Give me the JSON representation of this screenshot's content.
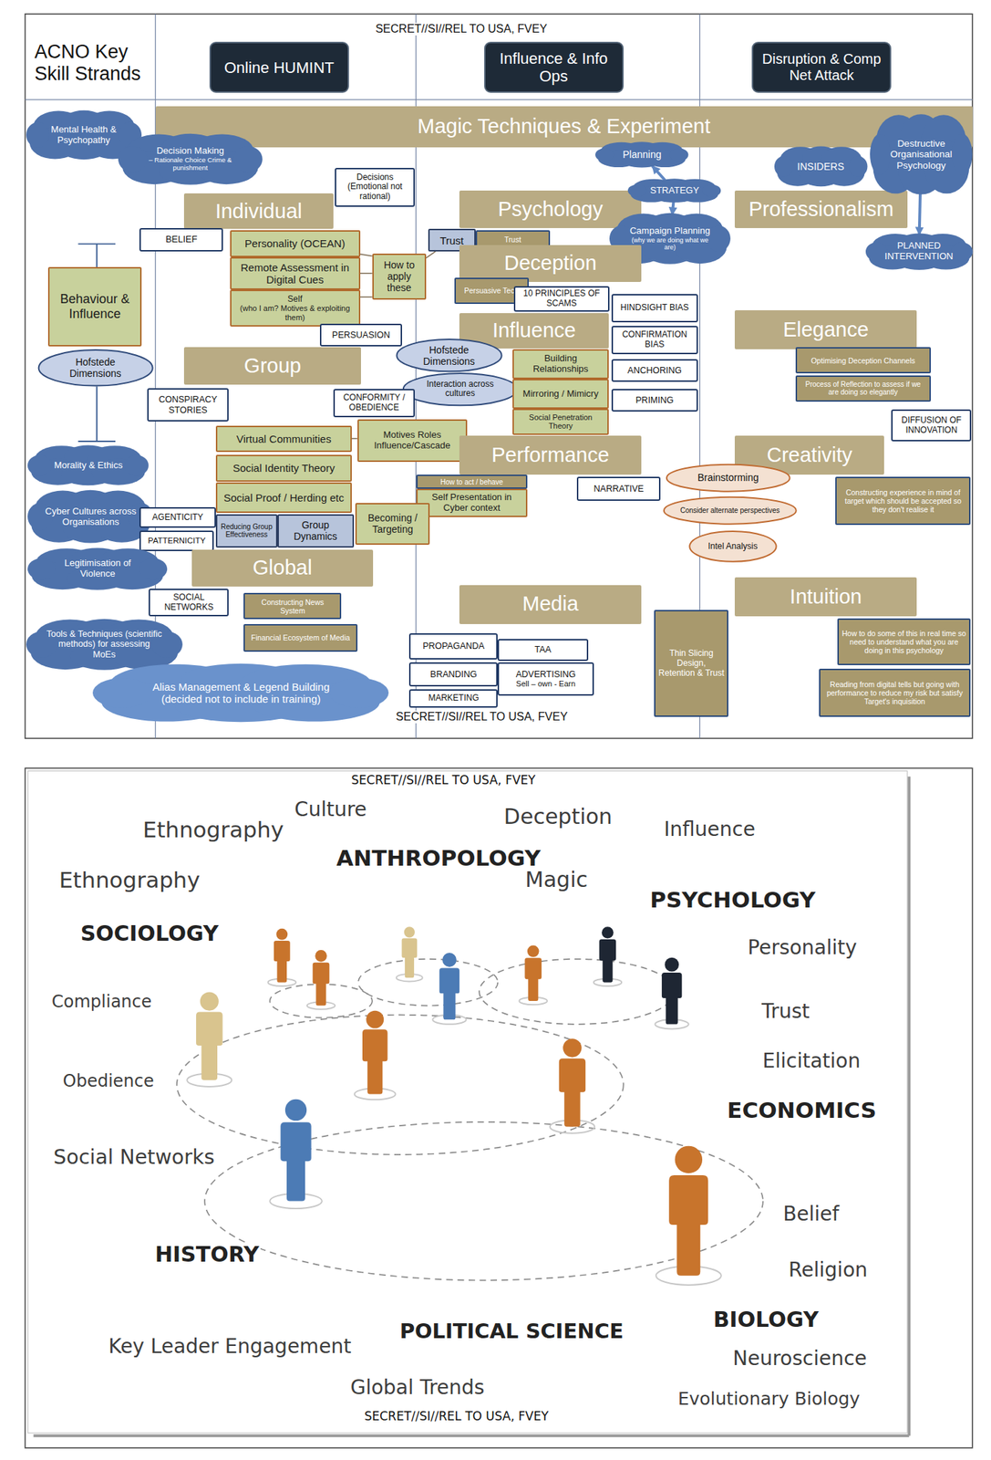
{
  "diagram": {
    "title": "ACNO Key Skill Strands",
    "nodes": [
      {
        "text": [
          "Online HUMINT"
        ]
      },
      {
        "text": [
          "Influence & Info Ops"
        ]
      },
      {
        "text": [
          "Disruption & Comp Net Attack"
        ]
      },
      {
        "text": [
          "Magic Techniques & Experiment"
        ]
      },
      {
        "text": [
          "Mental Health & Psychopathy"
        ]
      },
      {
        "text": [
          "Decision Making",
          "– Rationale Choice Crime & punishment"
        ]
      },
      {
        "text": [
          "Decisions (Emotional not rational)"
        ]
      },
      {
        "text": [
          "Individual"
        ]
      },
      {
        "text": [
          "Psychology"
        ]
      },
      {
        "text": [
          "Professionalism"
        ]
      },
      {
        "text": [
          "Planning"
        ]
      },
      {
        "text": [
          "STRATEGY"
        ]
      },
      {
        "text": [
          "Campaign Planning",
          "(why we are doing what we are)"
        ]
      },
      {
        "text": [
          "INSIDERS"
        ]
      },
      {
        "text": [
          "Destructive Organisational Psychology"
        ]
      },
      {
        "text": [
          "PLANNED INTERVENTION"
        ]
      },
      {
        "text": [
          "BELIEF"
        ]
      },
      {
        "text": [
          "Personality (OCEAN)"
        ]
      },
      {
        "text": [
          "Remote Assessment in Digital Cues"
        ]
      },
      {
        "text": [
          "Self",
          "(who I am? Motives & exploiting them)"
        ]
      },
      {
        "text": [
          "How to apply these"
        ]
      },
      {
        "text": [
          "Trust"
        ]
      },
      {
        "text": [
          "Trust"
        ]
      },
      {
        "text": [
          "Deception"
        ]
      },
      {
        "text": [
          "Persuasive Tech"
        ]
      },
      {
        "text": [
          "10 PRINCIPLES OF SCAMS"
        ]
      },
      {
        "text": [
          "HINDSIGHT BIAS"
        ]
      },
      {
        "text": [
          "Influence"
        ]
      },
      {
        "text": [
          "CONFIRMATION BIAS"
        ]
      },
      {
        "text": [
          "PERSUASION"
        ]
      },
      {
        "text": [
          "Behaviour & Influence"
        ]
      },
      {
        "text": [
          "Hofstede Dimensions"
        ]
      },
      {
        "text": [
          "Hofstede Dimensions"
        ]
      },
      {
        "text": [
          "Interaction across cultures"
        ]
      },
      {
        "text": [
          "Building Relationships"
        ]
      },
      {
        "text": [
          "ANCHORING"
        ]
      },
      {
        "text": [
          "Mirroring / Mimicry"
        ]
      },
      {
        "text": [
          "PRIMING"
        ]
      },
      {
        "text": [
          "Elegance"
        ]
      },
      {
        "text": [
          "Optimising Deception Channels"
        ]
      },
      {
        "text": [
          "Process of Reflection to assess if we are doing so elegantly"
        ]
      },
      {
        "text": [
          "Group"
        ]
      },
      {
        "text": [
          "CONSPIRACY STORIES"
        ]
      },
      {
        "text": [
          "CONFORMITY / OBEDIENCE"
        ]
      },
      {
        "text": [
          "Social Penetration Theory"
        ]
      },
      {
        "text": [
          "Motives Roles Influence/Cascade"
        ]
      },
      {
        "text": [
          "Virtual Communities"
        ]
      },
      {
        "text": [
          "Performance"
        ]
      },
      {
        "text": [
          "Creativity"
        ]
      },
      {
        "text": [
          "DIFFUSION OF INNOVATION"
        ]
      },
      {
        "text": [
          "Social Identity Theory"
        ]
      },
      {
        "text": [
          "How to act / behave"
        ]
      },
      {
        "text": [
          "Self Presentation in Cyber context"
        ]
      },
      {
        "text": [
          "NARRATIVE"
        ]
      },
      {
        "text": [
          "Brainstorming"
        ]
      },
      {
        "text": [
          "Consider alternate perspectives"
        ]
      },
      {
        "text": [
          "Intel Analysis"
        ]
      },
      {
        "text": [
          "Constructing experience in mind of target which should be accepted so they don't realise it"
        ]
      },
      {
        "text": [
          "Morality & Ethics"
        ]
      },
      {
        "text": [
          "Cyber Cultures across Organisations"
        ]
      },
      {
        "text": [
          "AGENTICITY"
        ]
      },
      {
        "text": [
          "PATTERNICITY"
        ]
      },
      {
        "text": [
          "Social Proof / Herding etc"
        ]
      },
      {
        "text": [
          "Reducing Group Effectiveness"
        ]
      },
      {
        "text": [
          "Group Dynamics"
        ]
      },
      {
        "text": [
          "Becoming / Targeting"
        ]
      },
      {
        "text": [
          "Global"
        ]
      },
      {
        "text": [
          "Legitimisation of Violence"
        ]
      },
      {
        "text": [
          "SOCIAL NETWORKS"
        ]
      },
      {
        "text": [
          "Constructing News System"
        ]
      },
      {
        "text": [
          "Media"
        ]
      },
      {
        "text": [
          "Intuition"
        ]
      },
      {
        "text": [
          "Tools & Techniques (scientific methods) for assessing MoEs"
        ]
      },
      {
        "text": [
          "Financial Ecosystem of Media"
        ]
      },
      {
        "text": [
          "Thin Slicing Design, Retention & Trust"
        ]
      },
      {
        "text": [
          "How to do some of this in real time so need to understand what you are doing in this psychology"
        ]
      },
      {
        "text": [
          "Alias Management & Legend Building (decided not to include in training)"
        ]
      },
      {
        "text": [
          "PROPAGANDA"
        ]
      },
      {
        "text": [
          "TAA"
        ]
      },
      {
        "text": [
          "BRANDING"
        ]
      },
      {
        "text": [
          "ADVERTISING",
          "Sell – own - Earn"
        ]
      },
      {
        "text": [
          "MARKETING"
        ]
      },
      {
        "text": [
          "Reading from digital tells but going with performance to reduce my risk but satisfy Target's inquisition"
        ]
      }
    ],
    "edges": [
      {
        "from": 11,
        "to": 10,
        "arrow": "to"
      },
      {
        "from": 11,
        "to": 12,
        "arrow": "to"
      },
      {
        "from": 14,
        "to": 15,
        "arrow": "to"
      },
      {
        "from": 17,
        "to": 20,
        "arrow": "none"
      },
      {
        "from": 18,
        "to": 20,
        "arrow": "none"
      },
      {
        "from": 19,
        "to": 20,
        "arrow": "none"
      },
      {
        "from": 20,
        "to": 21,
        "arrow": "none"
      },
      {
        "from": 46,
        "to": 45,
        "arrow": "none"
      }
    ],
    "labels": [
      "SECRET//SI//REL TO USA, FVEY",
      "SECRET//SI//REL TO USA, FVEY",
      "SECRET//SI//REL TO USA, FVEY",
      "SECRET//SI//REL TO USA, FVEY",
      "Ethnography",
      "Culture",
      "Deception",
      "Influence",
      "ANTHROPOLOGY",
      "Ethnography",
      "Magic",
      "PSYCHOLOGY",
      "SOCIOLOGY",
      "Personality",
      "Compliance",
      "Trust",
      "Elicitation",
      "Obedience",
      "ECONOMICS",
      "Social Networks",
      "Belief",
      "HISTORY",
      "Religion",
      "BIOLOGY",
      "POLITICAL SCIENCE",
      "Key Leader Engagement",
      "Neuroscience",
      "Global Trends",
      "Evolutionary Biology"
    ]
  }
}
